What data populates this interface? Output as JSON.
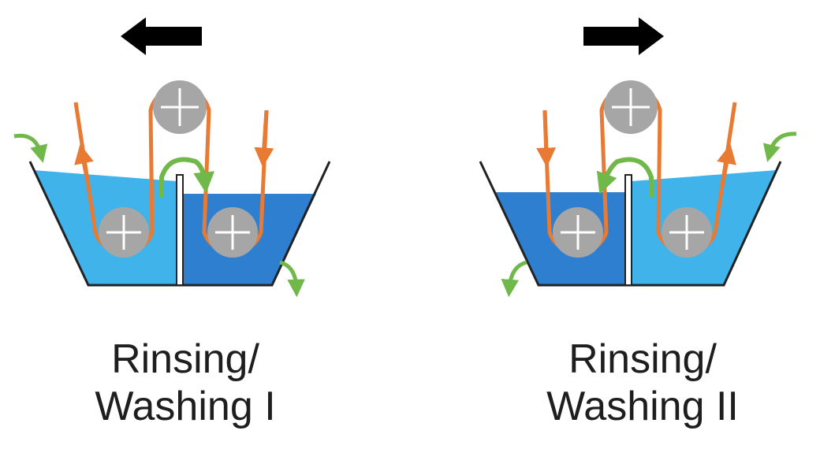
{
  "stages": [
    {
      "id": "left",
      "caption_line1": "Rinsing/",
      "caption_line2": "Washing I",
      "belt_direction": "left"
    },
    {
      "id": "right",
      "caption_line1": "Rinsing/",
      "caption_line2": "Washing II",
      "belt_direction": "right"
    }
  ],
  "colors": {
    "water_light": "#40b3ea",
    "water_dark": "#2f7fd0",
    "belt": "#e87a34",
    "roller": "#a6a6a6",
    "flow_arrow": "#71b84a",
    "direction_arrow": "#000000",
    "tank_outline": "#222222"
  },
  "icons": [
    "direction-arrow-left-icon",
    "direction-arrow-right-icon",
    "roller-icon",
    "flow-arrow-icon"
  ]
}
